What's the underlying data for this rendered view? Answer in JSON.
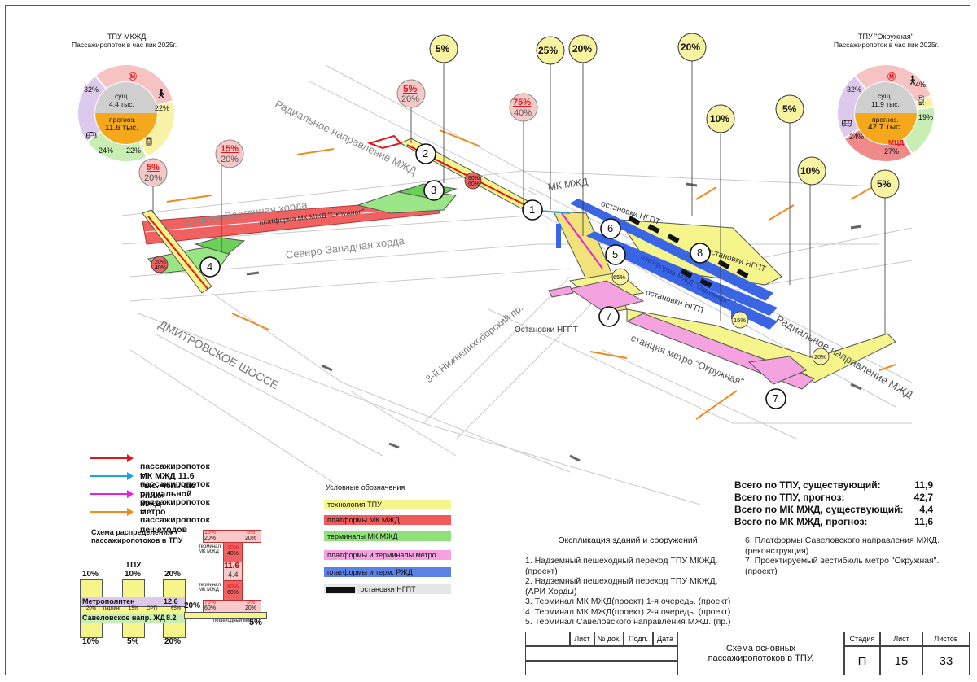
{
  "donut_left": {
    "title": "ТПУ МКЖД",
    "subtitle": "Пассажиропоток в час пик 2025г.",
    "center_top_label": "сущ.",
    "center_top_value": "4.4 тыс.",
    "center_bottom_label": "прогноз.",
    "center_bottom_value": "11.6 тыс.",
    "segments": [
      {
        "label": "32%",
        "value": 32,
        "color": "#f7c2c2"
      },
      {
        "label": "22%",
        "value": 22,
        "color": "#f8f2a8"
      },
      {
        "label": "22%",
        "value": 22,
        "color": "#c8eeb4"
      },
      {
        "label": "24%",
        "value": 24,
        "color": "#dcc9ec"
      }
    ]
  },
  "donut_right": {
    "title": "ТПУ \"Окружная\"",
    "subtitle": "Пассажиропоток в час пик 2025г.",
    "center_top_label": "сущ.",
    "center_top_value": "11.9 тыс.",
    "center_bottom_label": "прогноз.",
    "center_bottom_value": "42.7 тыс.",
    "segments": [
      {
        "label": "32%",
        "value": 32,
        "color": "#f7c2c2"
      },
      {
        "label": "4%",
        "value": 4,
        "color": "#f8f2a8"
      },
      {
        "label": "19%",
        "value": 19,
        "color": "#c8eeb4"
      },
      {
        "label": "27%",
        "value": 27,
        "color": "#f08a8a"
      },
      {
        "label": "24%",
        "value": 24,
        "color": "#dcc9ec"
      }
    ],
    "mcd_label": "МЦД"
  },
  "roads": {
    "radial_mzd_top": "Радиальное направление МЖД",
    "sv_chord": "Северо-Восточная хорда",
    "sz_chord": "Северо-Западная хорда",
    "platform_okruzhnaya": "платформа МК МЖД \"Окружная\"",
    "mk_mzd": "МК МЖД",
    "dmitrovskoe": "ДМИТРОВСКОЕ ШОССЕ",
    "nizhlikhoborsky": "3-й Нижнелихоборский пр.",
    "ngpt_stop": "Остановки НГПТ",
    "ngpt_1": "остановки НГПТ",
    "ngpt_2": "остановки НГПТ",
    "ngpt_3": "остановки НГПТ",
    "platform_rzd": "платформа МЖД \"Окружная\"",
    "metro_station": "станция метро \"Окружная\"",
    "radial_mzd_bottom": "Радиальное направление МЖД"
  },
  "yellow_badges": [
    "5%",
    "25%",
    "20%",
    "20%",
    "10%",
    "5%",
    "10%",
    "5%"
  ],
  "pink_badges": [
    {
      "top": "5%",
      "bottom": "20%"
    },
    {
      "top": "75%",
      "bottom": "40%"
    },
    {
      "top": "15%",
      "bottom": "20%"
    },
    {
      "top": "5%",
      "bottom": "20%"
    }
  ],
  "node_numbers": [
    "1",
    "2",
    "3",
    "4",
    "5",
    "6",
    "7",
    "7",
    "8"
  ],
  "small_tags": [
    "80% 60%",
    "20% 40%",
    "65%",
    "15%",
    "20%"
  ],
  "legend_arrows": [
    {
      "label": "– пассажиропоток МК МЖД 11.6 тыс. чел./час «пик»",
      "color": "#e3161c"
    },
    {
      "label": "– пассажиропоток радиальной МЖД",
      "color": "#1ca4de"
    },
    {
      "label": "– пассажиропоток метро",
      "color": "#e622d8"
    },
    {
      "label": "– пассажиропоток пешеходов",
      "color": "#f08a1c"
    }
  ],
  "symbols": {
    "title": "Условные обозначения",
    "items": [
      {
        "label": "технология ТПУ",
        "color": "#f6f58c"
      },
      {
        "label": "платформы МК МЖД",
        "color": "#f05a5a"
      },
      {
        "label": "терминалы МК МЖД",
        "color": "#8fe07a"
      },
      {
        "label": "платформы и терминалы метро",
        "color": "#f4a3e0"
      },
      {
        "label": "платформы и терм. РЖД",
        "color": "#5a82e6"
      },
      {
        "label": "остановки НГПТ",
        "color": "#e6e6e6"
      }
    ]
  },
  "distribution": {
    "title": "Схема распределения пассажиропотоков в ТПУ",
    "tpu_label": "ТПУ",
    "top_pcts": [
      "10%",
      "10%",
      "20%"
    ],
    "bottom_pcts": [
      "10%",
      "5%",
      "20%"
    ],
    "metro_label": "Метрополитен",
    "metro_value": "12.6",
    "sub_row": [
      "20%",
      "паркинг",
      "15%",
      "ОРП",
      "65%"
    ],
    "savel_label": "Савеловское напр. ЖД",
    "savel_value": "8.2",
    "mid_5": "5%",
    "mid_20": "20%",
    "tower_top": [
      "15%",
      "20%",
      "5%",
      "20%"
    ],
    "terminal_label": "терминал МК МЖД",
    "term_pcts": [
      "20%",
      "40%"
    ],
    "center_big": "11.6",
    "center_small": "4.4",
    "term2_pcts": [
      "80%",
      "60%"
    ],
    "bottom_pcts_tower": [
      "75%",
      "60%",
      "5%",
      "20%"
    ],
    "bridge_label": "пешеходный мост",
    "bridge_pct": "5%"
  },
  "totals": [
    {
      "label": "Всего по ТПУ, существующий:",
      "value": "11,9"
    },
    {
      "label": "Всего по ТПУ, прогноз:",
      "value": "42,7"
    },
    {
      "label": "Всего по МК МЖД, существующий:",
      "value": "4,4"
    },
    {
      "label": "Всего по МК МЖД, прогноз:",
      "value": "11,6"
    }
  ],
  "explication": {
    "title": "Экспликация зданий и сооружений",
    "left": [
      "1. Надземный пешеходный переход ТПУ МКЖД.",
      "(проект)",
      "2. Надземный пешеходный переход ТПУ МКЖД.",
      "(АРИ Хорды)",
      "3. Терминал МК МЖД(проект) 1-я очередь. (проект)",
      "4. Терминал МК МЖД(проект) 2-я очередь. (проект)",
      "5. Терминал Савеловского направления МЖД. (пр.)"
    ],
    "right": [
      "6. Платформы Савеловского направления МЖД.",
      "(реконструкция)",
      "7. Проектируемый вестибюль метро \"Окружная\".",
      "(проект)"
    ]
  },
  "title_block": {
    "cols": [
      "Лист",
      "№ док.",
      "Подп.",
      "Дата"
    ],
    "name": "Схема основных пассажиропотоков в ТПУ.",
    "stage_label": "Стадия",
    "sheet_label": "Лист",
    "sheets_label": "Листов",
    "stage": "П",
    "sheet": "15",
    "sheets": "33"
  }
}
